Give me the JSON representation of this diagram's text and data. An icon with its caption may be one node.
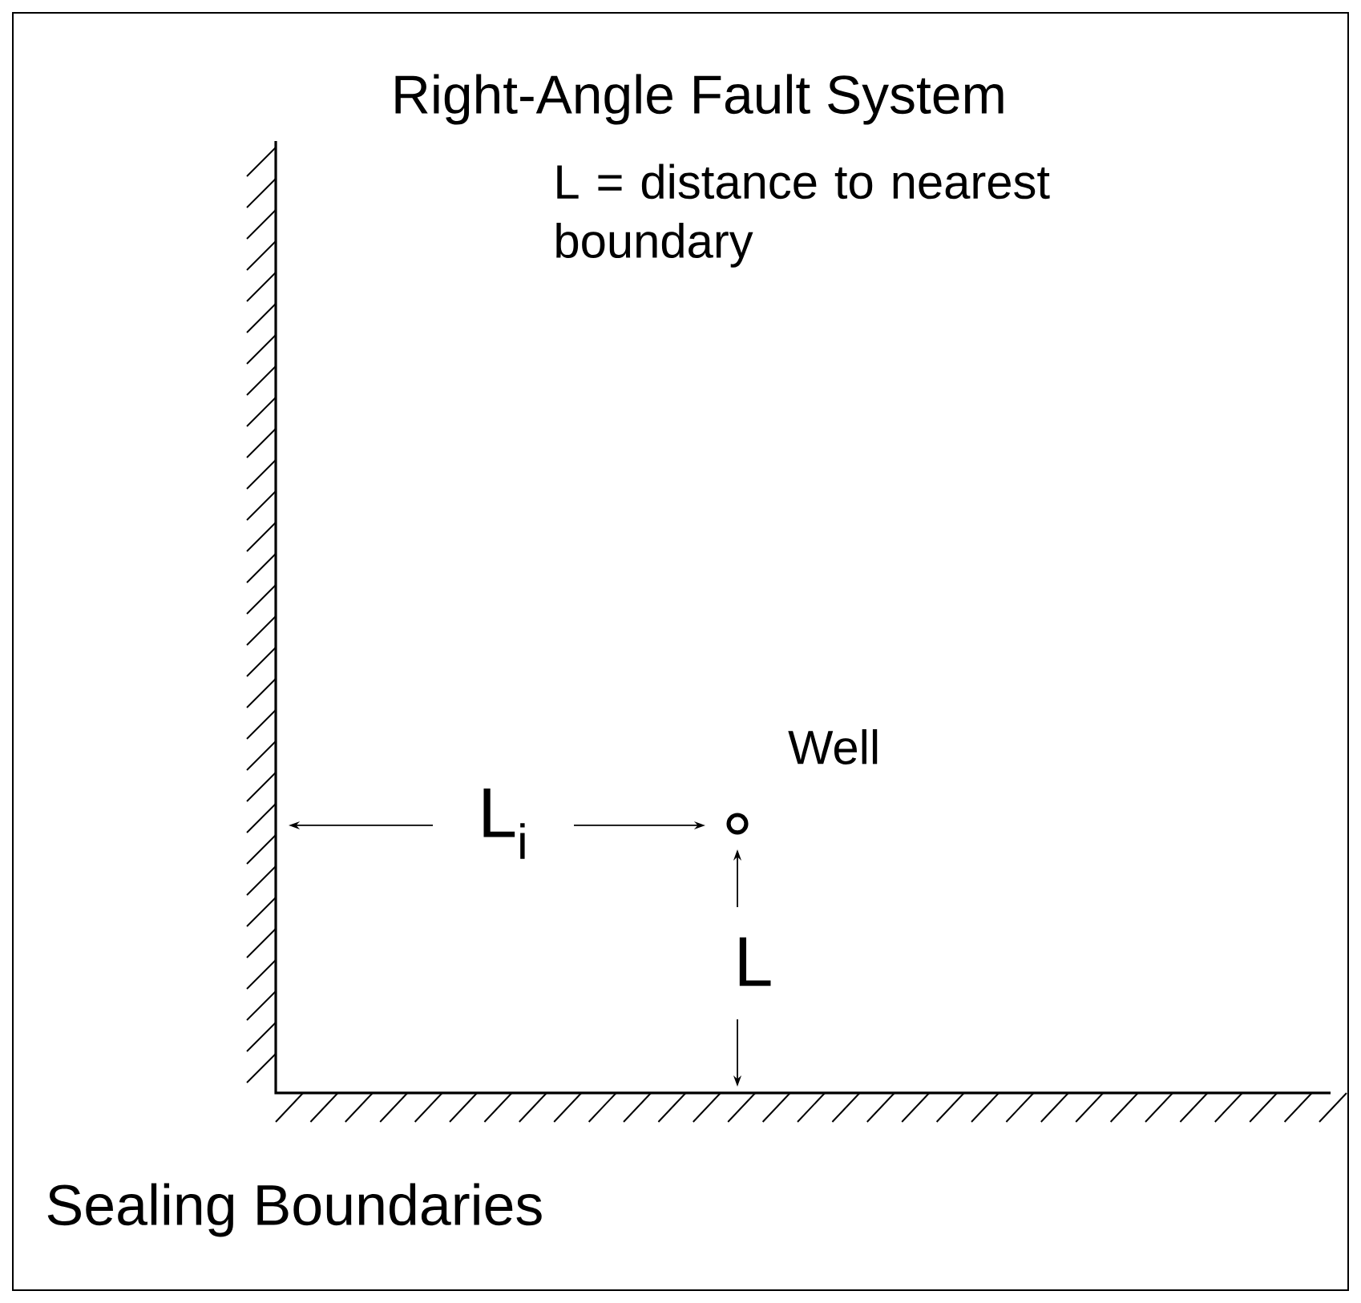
{
  "diagram": {
    "title": "Right-Angle Fault System",
    "nodes": [
      {
        "text": [],
        "shape": "circle",
        "beside": [
          "Well"
        ]
      }
    ],
    "labels": [
      "L = distance to nearest boundary",
      "L$_{i}$",
      "L",
      "Sealing Boundaries"
    ]
  }
}
